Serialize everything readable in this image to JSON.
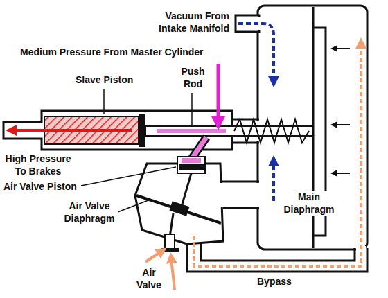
{
  "diagram": {
    "labels": [
      "Vacuum From Intake Manifold",
      "Medium Pressure From Master Cylinder",
      "Slave Piston",
      "Push Rod",
      "High Pressure To Brakes",
      "Air Valve Piston",
      "Air Valve Diaphragm",
      "Main Diaphragm",
      "Air Valve",
      "Bypass"
    ]
  }
}
